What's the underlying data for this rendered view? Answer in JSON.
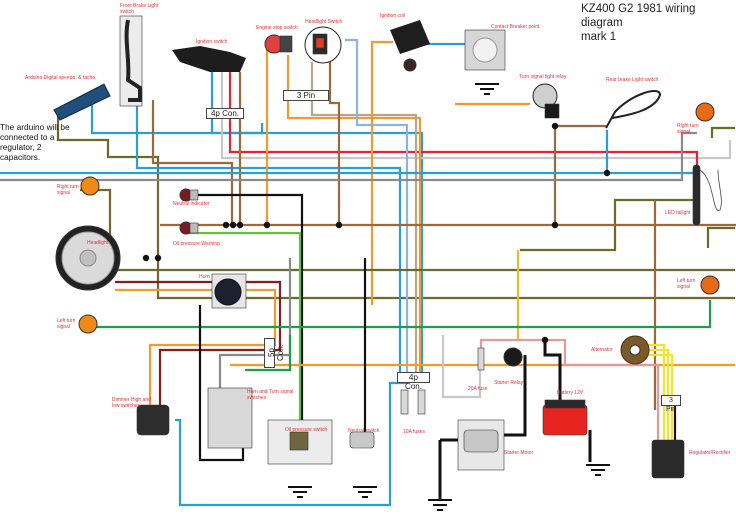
{
  "title": "KZ400 G2 1981 wiring diagram\nmark 1",
  "note": "The arduino will be connected to a regulator, 2 capacitors.",
  "components": {
    "arduino": "Arduino Digital speedo. & tacho.",
    "front_brake": "Front Brake Light\nswitch",
    "ignition_switch": "Ignition switch",
    "engine_stop": "Engine stop switch",
    "headlight_switch": "Headlight Switch",
    "ignition_coil": "Ignition coil",
    "contact_breaker": "Contact Breaker point",
    "turn_relay": "Turn signal light relay",
    "rear_brake": "Rear brake Light switch",
    "right_turn_rear": "Right turn\nsignal",
    "led_taillight": "LED tailight",
    "left_turn_rear": "Left turn\nsignal",
    "right_turn_front": "Right turn\nsignal",
    "headlight": "Headlight",
    "left_turn_front": "Left turn\nsignal",
    "neutral_indicator": "Neutral indicator",
    "oil_warning": "Oil pressure Warning",
    "horn": "Horn",
    "dimmer": "Dimmer High and\nlow switches",
    "horn_turn_switches": "Horn and Turn signal\nswitches",
    "oil_switch": "Oil pressure switch",
    "neutral_switch": "Neutral switch",
    "fuse_10a": "10A fuses",
    "fuse_20a": "20A fuse",
    "starter_relay": "Starter Relay",
    "battery": "Battery 12V",
    "starter_motor": "Starter Motor",
    "alternator": "Alternator",
    "regulator": "Regulator/Rectifier"
  },
  "connectors": {
    "c4p_top": "4p Con.",
    "c3p_top": "3 Pin",
    "c5p": "5p Con.",
    "c4p_bottom": "4p Con.",
    "c3p_right": "3 Pin"
  },
  "wire_colors": {
    "red": "#e8222e",
    "blue": "#2a9fd6",
    "lightblue": "#8db4e0",
    "brown": "#9a6a3a",
    "tan": "#b8a58a",
    "orange": "#f39a2e",
    "olive": "#6b6a2a",
    "green": "#1aa04a",
    "lightgreen": "#62c23a",
    "gray": "#8a8a8a",
    "lightgray": "#c8c8c8",
    "black": "#111111",
    "darkred": "#8a1c1c",
    "pink": "#e89898",
    "yellow": "#f2e62a",
    "gold": "#f0b828"
  }
}
